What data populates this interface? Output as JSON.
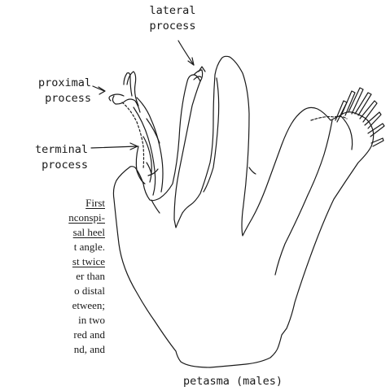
{
  "diagram": {
    "labels": {
      "lateral_process": [
        "lateral",
        "process"
      ],
      "proximal_process": [
        "proximal",
        "process"
      ],
      "terminal_process": [
        "terminal",
        "process"
      ],
      "caption": "petasma (males)"
    },
    "partial_text_lines": [
      {
        "text": "First",
        "underline": true
      },
      {
        "text": "nconspi-",
        "underline": true
      },
      {
        "text": "sal heel",
        "underline": true
      },
      {
        "text": "t angle.",
        "underline": false
      },
      {
        "text": "st twice",
        "underline": true
      },
      {
        "text": "er than",
        "underline": false
      },
      {
        "text": "o distal",
        "underline": false
      },
      {
        "text": "etween;",
        "underline": false
      },
      {
        "text": "in two",
        "underline": false
      },
      {
        "text": "red and",
        "underline": false
      },
      {
        "text": "nd, and",
        "underline": false
      }
    ]
  }
}
